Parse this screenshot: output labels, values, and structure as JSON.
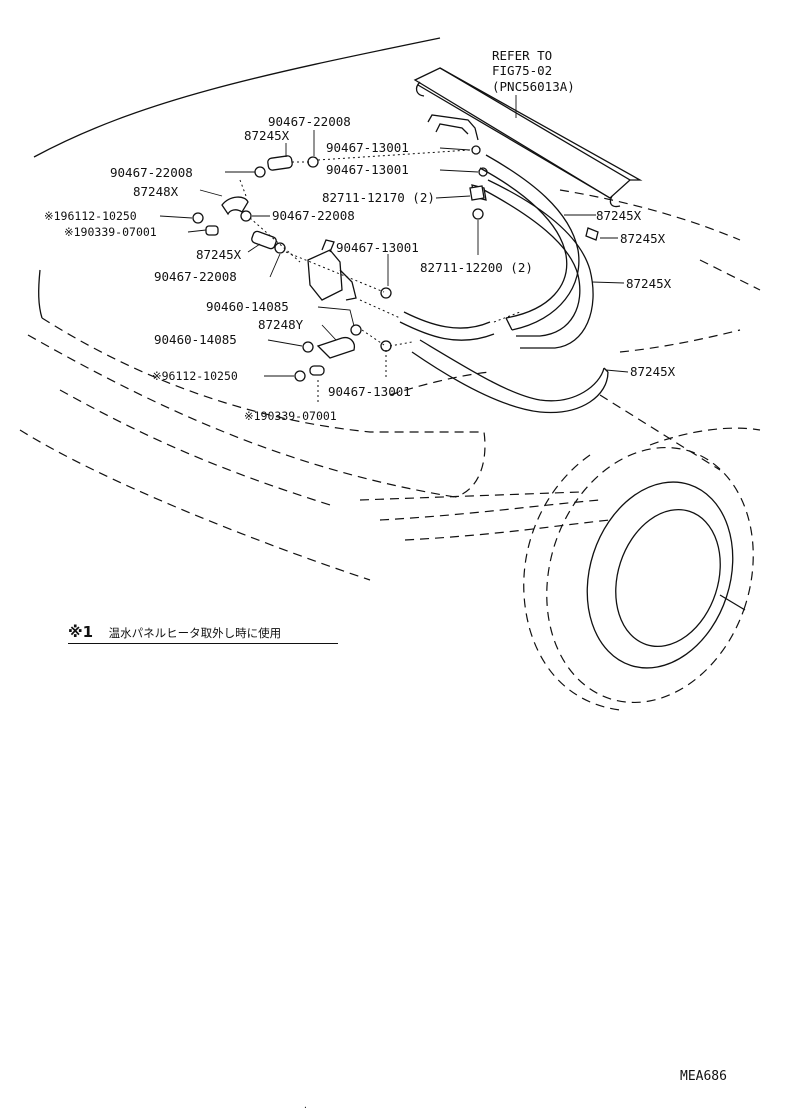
{
  "refer": {
    "line1": "REFER TO",
    "line2": "FIG75-02",
    "line3": "(PNC56013A)"
  },
  "callouts": [
    {
      "id": "c1",
      "text": "90467-22008"
    },
    {
      "id": "c2",
      "text": "87245X"
    },
    {
      "id": "c3",
      "text": "90467-13001"
    },
    {
      "id": "c4",
      "text": "90467-22008"
    },
    {
      "id": "c5",
      "text": "90467-13001"
    },
    {
      "id": "c6",
      "text": "87248X"
    },
    {
      "id": "c7",
      "text": "82711-12170 (2)"
    },
    {
      "id": "c8",
      "text": "※196112-10250"
    },
    {
      "id": "c9",
      "text": "90467-22008"
    },
    {
      "id": "c10",
      "text": "87245X"
    },
    {
      "id": "c11",
      "text": "※190339-07001"
    },
    {
      "id": "c12",
      "text": "87245X"
    },
    {
      "id": "c13",
      "text": "87245X"
    },
    {
      "id": "c14",
      "text": "90467-13001"
    },
    {
      "id": "c15",
      "text": "90467-22008"
    },
    {
      "id": "c16",
      "text": "82711-12200 (2)"
    },
    {
      "id": "c17",
      "text": "87245X"
    },
    {
      "id": "c18",
      "text": "90460-14085"
    },
    {
      "id": "c19",
      "text": "87248Y"
    },
    {
      "id": "c20",
      "text": "90460-14085"
    },
    {
      "id": "c21",
      "text": "87245X"
    },
    {
      "id": "c22",
      "text": "※96112-10250"
    },
    {
      "id": "c23",
      "text": "90467-13001"
    },
    {
      "id": "c24",
      "text": "※190339-07001"
    }
  ],
  "footnote": {
    "mark": "※1",
    "text": "温水パネルヒータ取外し時に使用"
  },
  "figure_code": "MEA686"
}
